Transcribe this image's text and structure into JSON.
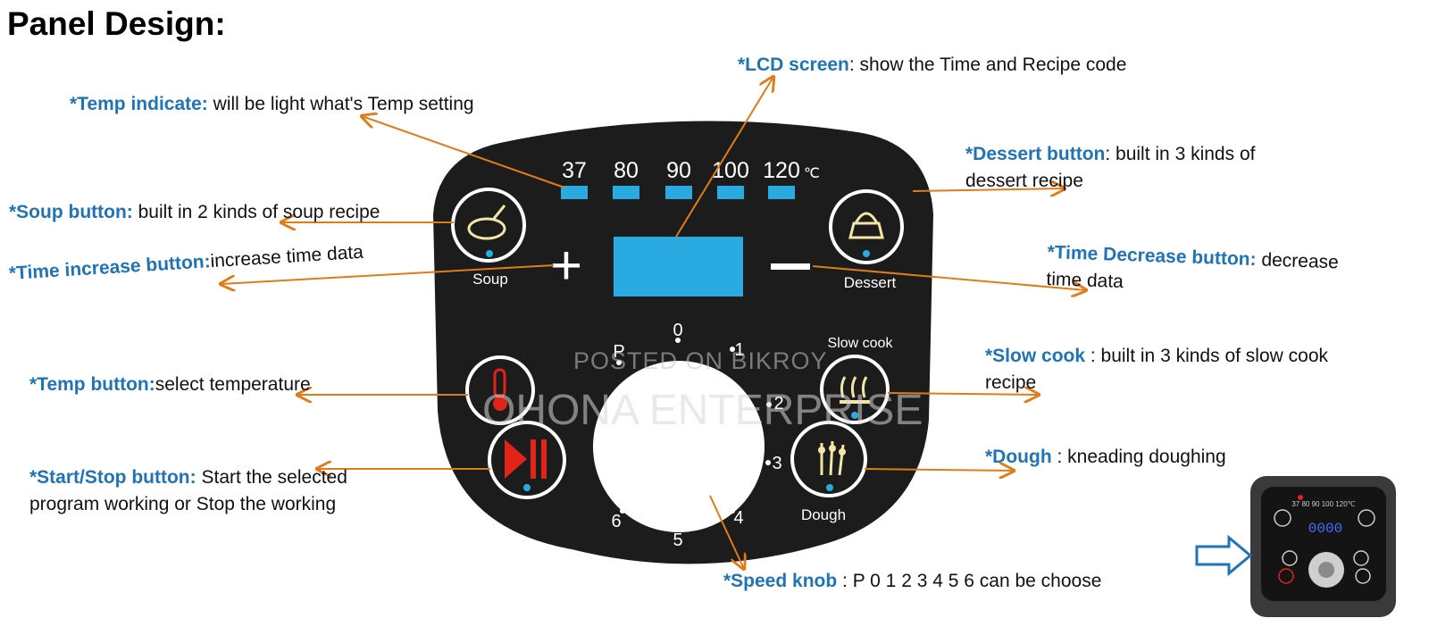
{
  "title": "Panel Design:",
  "annotations": {
    "lcd": {
      "key": "*LCD screen",
      "text": ": show the Time and Recipe code"
    },
    "temp_indicate": {
      "key": "*Temp indicate:",
      "text": " will be light what's Temp setting"
    },
    "soup": {
      "key": "*Soup button:",
      "text": " built in 2 kinds of soup recipe"
    },
    "time_inc": {
      "key": "*Time increase button:",
      "text": "increase time data"
    },
    "temp_btn": {
      "key": "*Temp button:",
      "text": "select temperature"
    },
    "startstop": {
      "key": "*Start/Stop button:",
      "text": " Start the selected",
      "line2": "program  working or Stop the working"
    },
    "dessert": {
      "key": "*Dessert button",
      "text": ": built in 3 kinds of",
      "line2": "dessert recipe"
    },
    "time_dec": {
      "key": "*Time Decrease button:",
      "text": " decrease",
      "line2": "time data"
    },
    "slowcook": {
      "key": "*Slow cook",
      "text": " : built in 3 kinds of slow cook",
      "line2": "recipe"
    },
    "dough": {
      "key": "*Dough",
      "text": " : kneading  doughing"
    },
    "speed": {
      "key": "*Speed knob",
      "text": " : P 0 1 2 3 4 5 6 can be choose"
    }
  },
  "panel": {
    "temps": [
      "37",
      "80",
      "90",
      "100",
      "120"
    ],
    "temp_unit": "℃",
    "soup_label": "Soup",
    "dessert_label": "Dessert",
    "slowcook_label": "Slow cook",
    "dough_label": "Dough",
    "plus": "+",
    "minus": "—",
    "knob_marks": [
      "P",
      "0",
      "1",
      "2",
      "3",
      "4",
      "5",
      "6"
    ]
  },
  "watermark": {
    "line1": "POSTED ON BIKROY",
    "line2": "OHONA ENTERPRISE"
  },
  "thumbnail": {
    "display": "0000",
    "temps": "37 80 90 100 120℃"
  },
  "colors": {
    "accent_blue": "#1f73b7",
    "arrow": "#e07b18",
    "lcd": "#29abe2",
    "panel": "#1c1c1c",
    "red": "#e2231a"
  }
}
